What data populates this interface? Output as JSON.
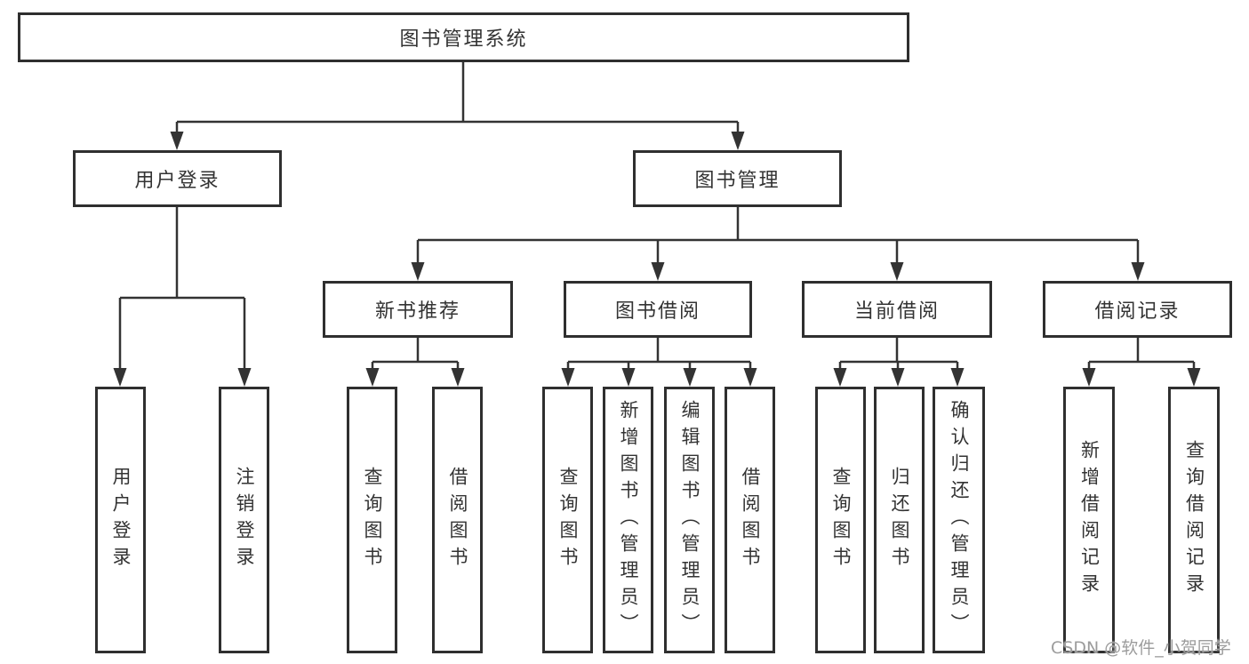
{
  "diagram": {
    "root": {
      "label": "图书管理系统",
      "children": [
        {
          "label": "用户登录",
          "children": [
            {
              "label": "用户登录"
            },
            {
              "label": "注销登录"
            }
          ]
        },
        {
          "label": "图书管理",
          "children": [
            {
              "label": "新书推荐",
              "children": [
                {
                  "label": "查询图书"
                },
                {
                  "label": "借阅图书"
                }
              ]
            },
            {
              "label": "图书借阅",
              "children": [
                {
                  "label": "查询图书"
                },
                {
                  "label": "新增图书（管理员）"
                },
                {
                  "label": "编辑图书（管理员）"
                },
                {
                  "label": "借阅图书"
                }
              ]
            },
            {
              "label": "当前借阅",
              "children": [
                {
                  "label": "查询图书"
                },
                {
                  "label": "归还图书"
                },
                {
                  "label": "确认归还（管理员）"
                }
              ]
            },
            {
              "label": "借阅记录",
              "children": [
                {
                  "label": "新增借阅记录"
                },
                {
                  "label": "查询借阅记录"
                }
              ]
            }
          ]
        }
      ]
    }
  },
  "watermark": {
    "text": "CSDN @软件_小贺同学"
  },
  "colors": {
    "line": "#333333",
    "box_border": "#2f2f2f",
    "text": "#333333",
    "watermark": "#9c9c9c",
    "background": "#ffffff"
  }
}
